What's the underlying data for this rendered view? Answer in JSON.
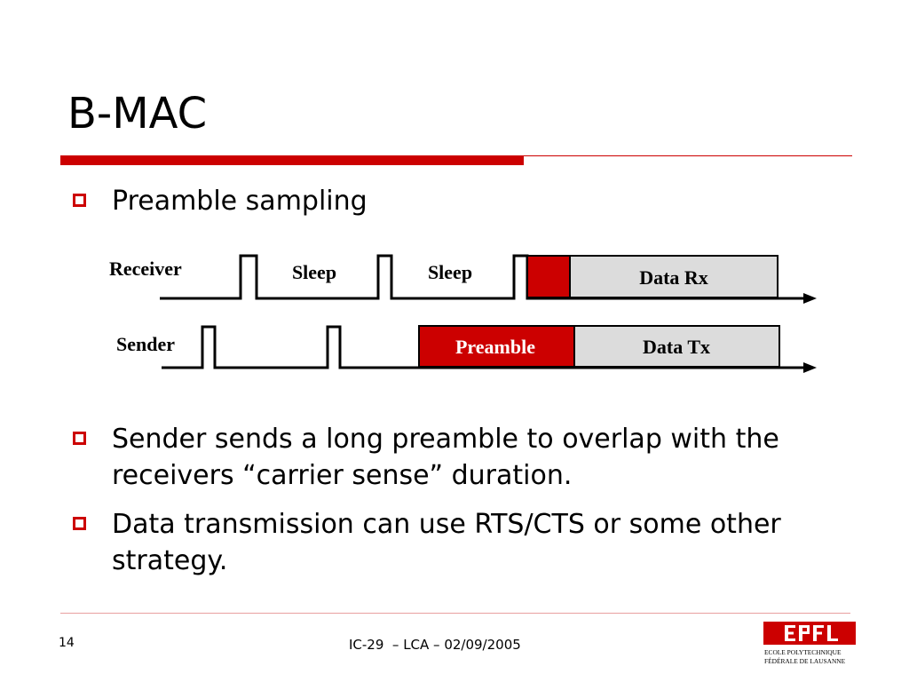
{
  "slide": {
    "title": "B-MAC",
    "bullets": [
      "Preamble sampling",
      "Sender sends a long preamble to overlap with the receivers “carrier sense” duration.",
      "Data transmission can use RTS/CTS or some other strategy."
    ]
  },
  "diagram": {
    "receiver_label": "Receiver",
    "sender_label": "Sender",
    "sleep_labels": [
      "Sleep",
      "Sleep"
    ],
    "preamble_label": "Preamble",
    "data_rx_label": "Data Rx",
    "data_tx_label": "Data Tx"
  },
  "footer": {
    "slide_number": "14",
    "text": "IC-29  – LCA – 02/09/2005",
    "logo_lines": [
      "ECOLE POLYTECHNIQUE",
      "FÉDÉRALE DE LAUSANNE"
    ]
  },
  "colors": {
    "accent_red": "#cc0000",
    "box_gray": "#dcdcdc"
  }
}
